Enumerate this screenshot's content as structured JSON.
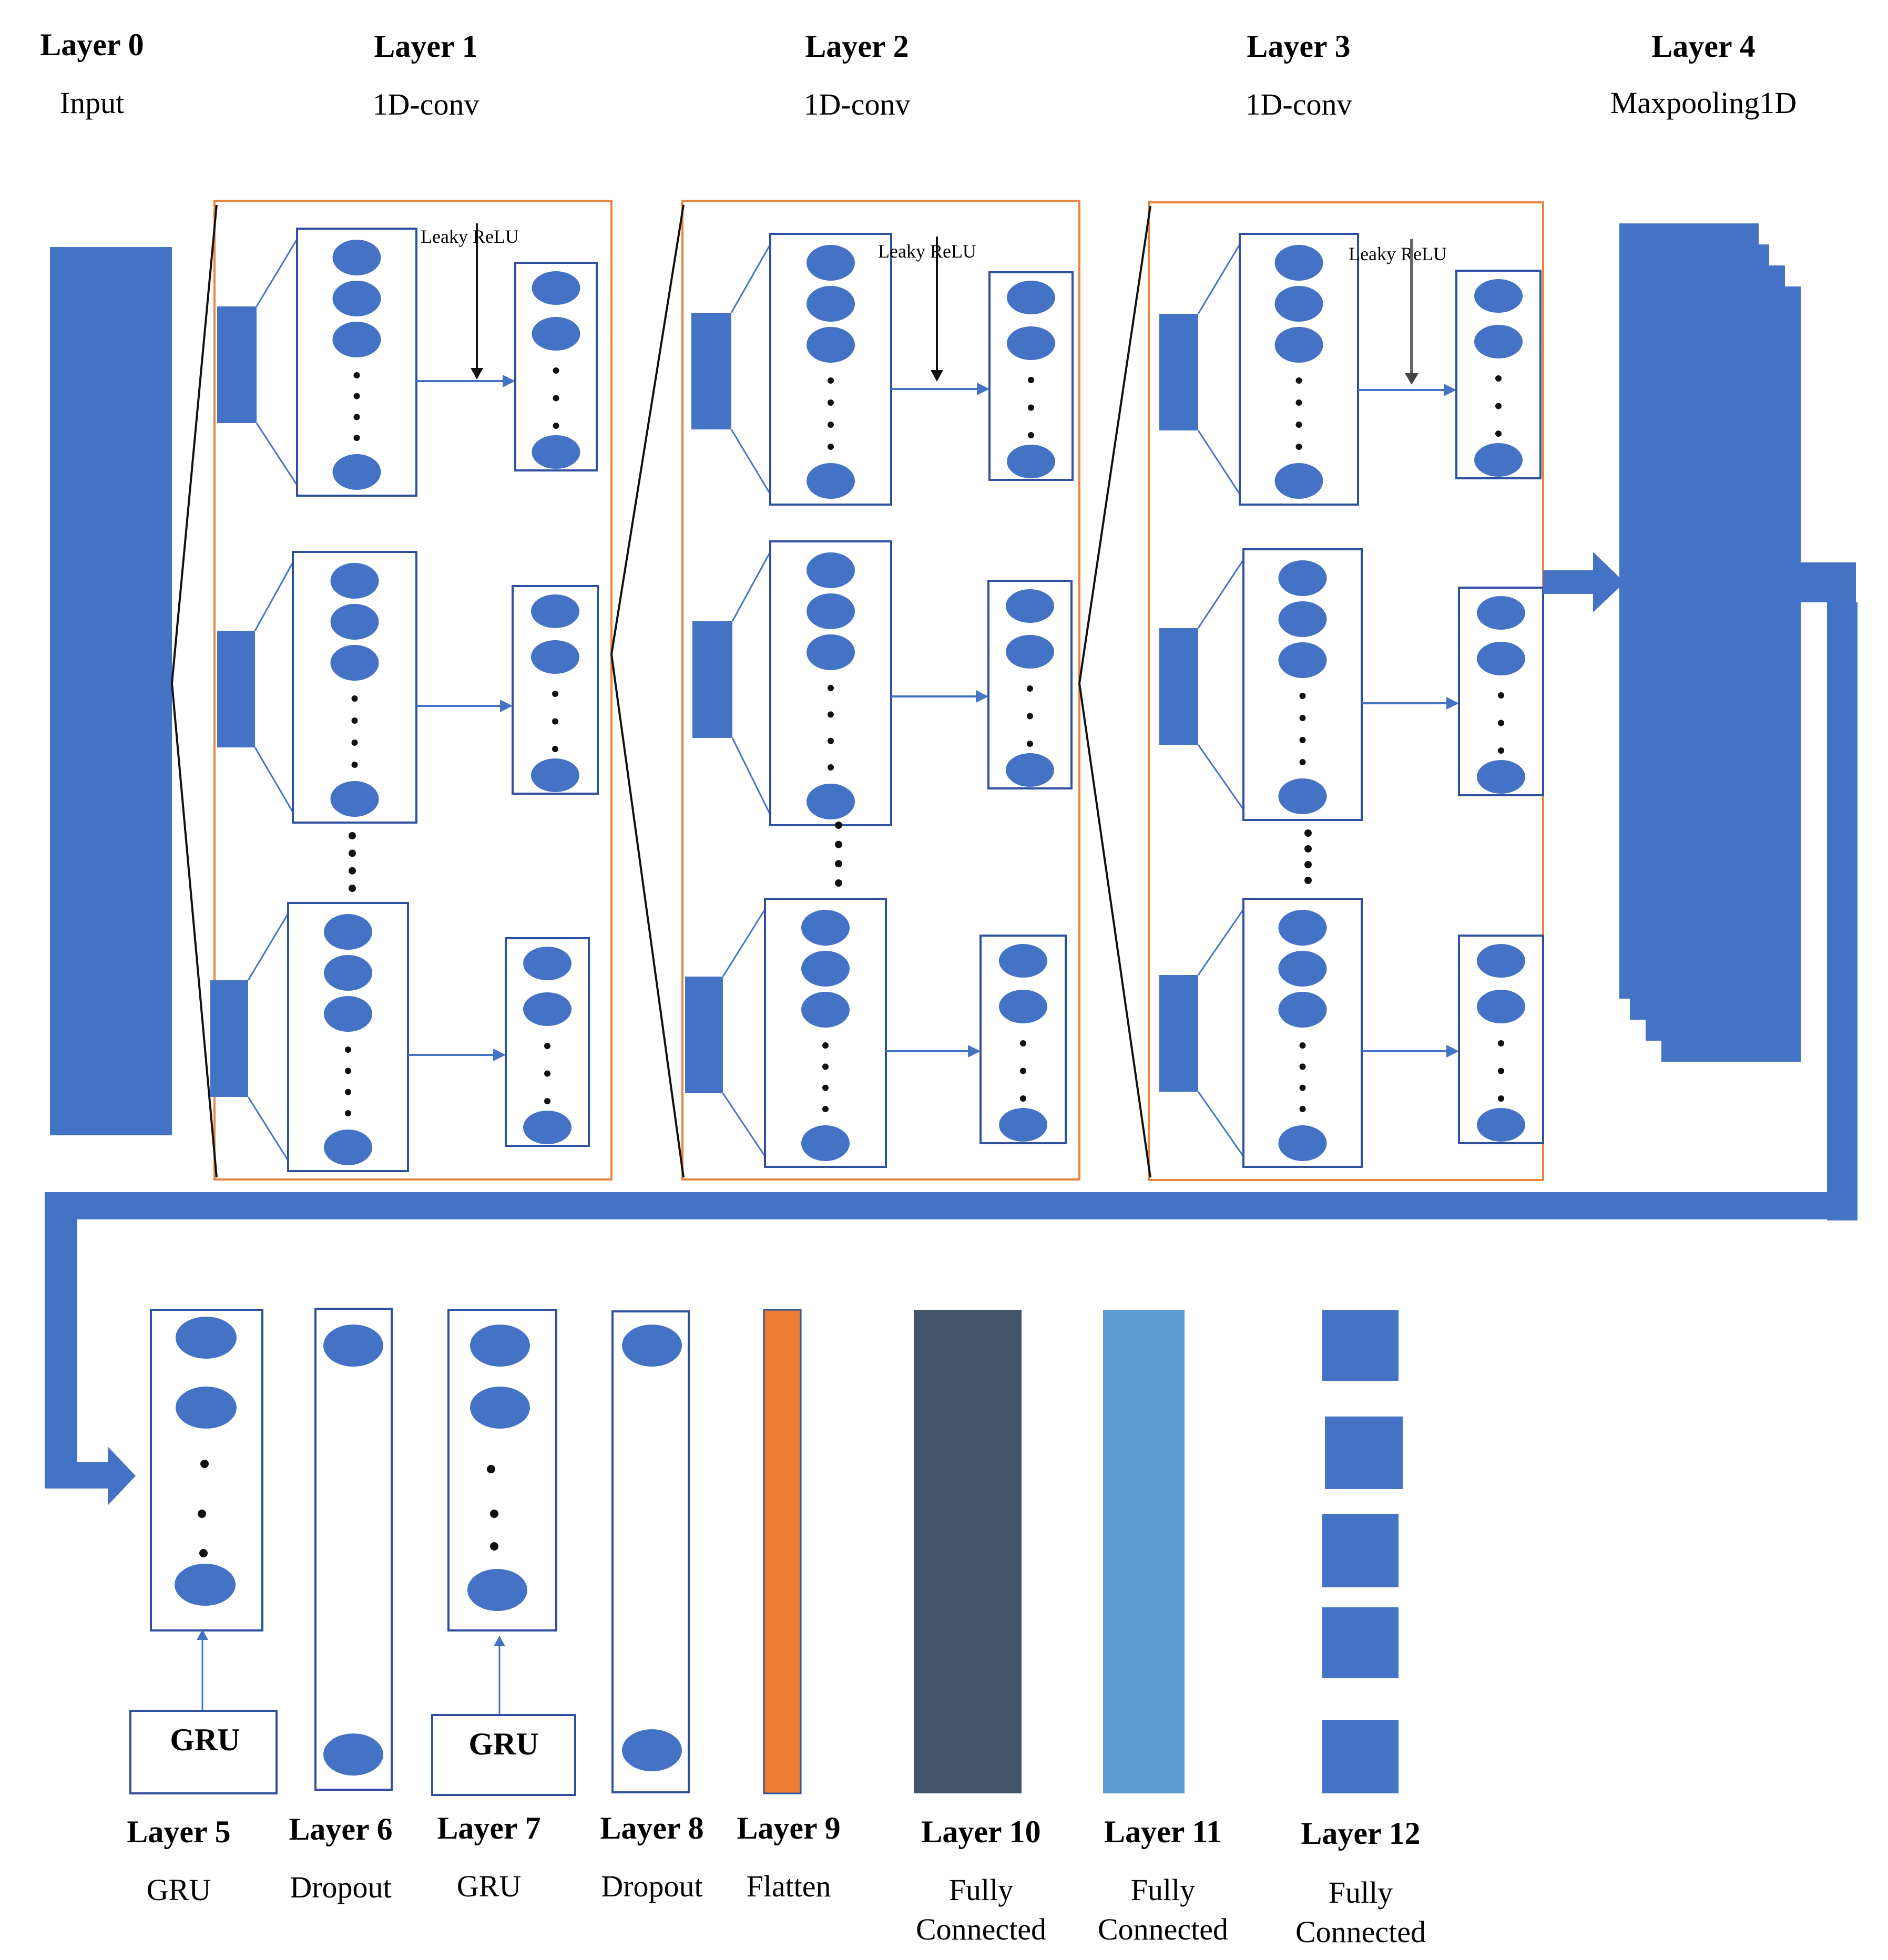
{
  "top_layers": [
    {
      "layer": "Layer 0",
      "type": "Input"
    },
    {
      "layer": "Layer 1",
      "type": "1D-conv"
    },
    {
      "layer": "Layer 2",
      "type": "1D-conv"
    },
    {
      "layer": "Layer 3",
      "type": "1D-conv"
    },
    {
      "layer": "Layer 4",
      "type": "Maxpooling1D"
    }
  ],
  "activation_label": "Leaky ReLU",
  "gru_block_label": "GRU",
  "bottom_layers": [
    {
      "layer": "Layer 5",
      "type": "GRU"
    },
    {
      "layer": "Layer 6",
      "type": "Dropout"
    },
    {
      "layer": "Layer 7",
      "type": "GRU"
    },
    {
      "layer": "Layer 8",
      "type": "Dropout"
    },
    {
      "layer": "Layer 9",
      "type": "Flatten"
    },
    {
      "layer": "Layer 10",
      "type_line1": "Fully",
      "type_line2": "Connected"
    },
    {
      "layer": "Layer 11",
      "type_line1": "Fully",
      "type_line2": "Connected"
    },
    {
      "layer": "Layer 12",
      "type_line1": "Fully",
      "type_line2": "Connected"
    }
  ],
  "colors": {
    "block_blue": "#4472c4",
    "frame_orange": "#e8853e",
    "flatten_orange": "#ed7d31",
    "fc10_slate": "#44546a",
    "fc11_light_blue": "#5b9bd5"
  }
}
